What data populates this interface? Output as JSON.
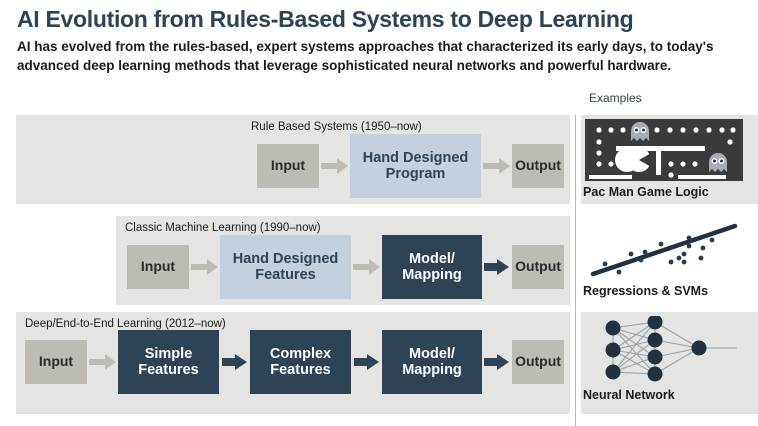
{
  "header": {
    "title": "AI Evolution from Rules-Based Systems to Deep Learning",
    "subtitle": "AI has evolved from the rules-based, expert systems approaches that characterized its early days, to today's advanced deep learning methods that leverage sophisticated neural networks and powerful hardware."
  },
  "colors": {
    "title_navy": "#2e4356",
    "band_gray": "#e4e4e2",
    "io_box_gray": "#bebbb5",
    "light_box_blue": "#c2d1dd",
    "dark_box_navy": "#2e4356",
    "arrow_gray": "#bebbb5",
    "arrow_navy": "#2e4356",
    "text_dark": "#1b1b1b"
  },
  "rows": [
    {
      "label": "Rule Based Systems (1950–now)",
      "stages": [
        {
          "text": "Input",
          "style": "io"
        },
        {
          "text": "Hand Designed Program",
          "style": "light"
        },
        {
          "text": "Output",
          "style": "io"
        }
      ],
      "arrows": [
        "gray",
        "gray"
      ]
    },
    {
      "label": "Classic Machine Learning (1990–now)",
      "stages": [
        {
          "text": "Input",
          "style": "io"
        },
        {
          "text": "Hand Designed Features",
          "style": "light"
        },
        {
          "text": "Model/ Mapping",
          "style": "dark"
        },
        {
          "text": "Output",
          "style": "io"
        }
      ],
      "arrows": [
        "gray",
        "gray",
        "navy"
      ]
    },
    {
      "label": "Deep/End-to-End Learning (2012–now)",
      "stages": [
        {
          "text": "Input",
          "style": "io"
        },
        {
          "text": "Simple Features",
          "style": "dark"
        },
        {
          "text": "Complex Features",
          "style": "dark"
        },
        {
          "text": "Model/ Mapping",
          "style": "dark"
        },
        {
          "text": "Output",
          "style": "io"
        }
      ],
      "arrows": [
        "gray",
        "navy",
        "navy",
        "navy"
      ]
    }
  ],
  "boxes": {
    "r1_input": "Input",
    "r1_mid_line1": "Hand Designed",
    "r1_mid_line2": "Program",
    "r1_output": "Output",
    "r2_input": "Input",
    "r2_mid_line1": "Hand Designed",
    "r2_mid_line2": "Features",
    "r2_model_line1": "Model/",
    "r2_model_line2": "Mapping",
    "r2_output": "Output",
    "r3_input": "Input",
    "r3_simple_line1": "Simple",
    "r3_simple_line2": "Features",
    "r3_complex_line1": "Complex",
    "r3_complex_line2": "Features",
    "r3_model_line1": "Model/",
    "r3_model_line2": "Mapping",
    "r3_output": "Output"
  },
  "examples": {
    "heading": "Examples",
    "items": [
      {
        "caption": "Pac Man Game Logic",
        "art": "pacman-maze-illustration"
      },
      {
        "caption": "Regressions & SVMs",
        "art": "scatter-regression-line-illustration"
      },
      {
        "caption": "Neural Network",
        "art": "neural-network-graph-illustration"
      }
    ]
  },
  "chart_data": {
    "type": "scatter",
    "title": "Regressions & SVMs",
    "xlabel": "",
    "ylabel": "",
    "points": [
      [
        0.1,
        0.22
      ],
      [
        0.2,
        0.12
      ],
      [
        0.27,
        0.45
      ],
      [
        0.33,
        0.55
      ],
      [
        0.36,
        0.38
      ],
      [
        0.4,
        0.4
      ],
      [
        0.52,
        0.68
      ],
      [
        0.58,
        0.3
      ],
      [
        0.62,
        0.35
      ],
      [
        0.65,
        0.4
      ],
      [
        0.7,
        0.78
      ],
      [
        0.71,
        0.66
      ],
      [
        0.78,
        0.55
      ],
      [
        0.82,
        0.42
      ],
      [
        0.86,
        0.62
      ]
    ],
    "trend_line": {
      "x": [
        0.04,
        0.96
      ],
      "y": [
        0.08,
        0.92
      ]
    },
    "grid": false,
    "legend": "none"
  }
}
